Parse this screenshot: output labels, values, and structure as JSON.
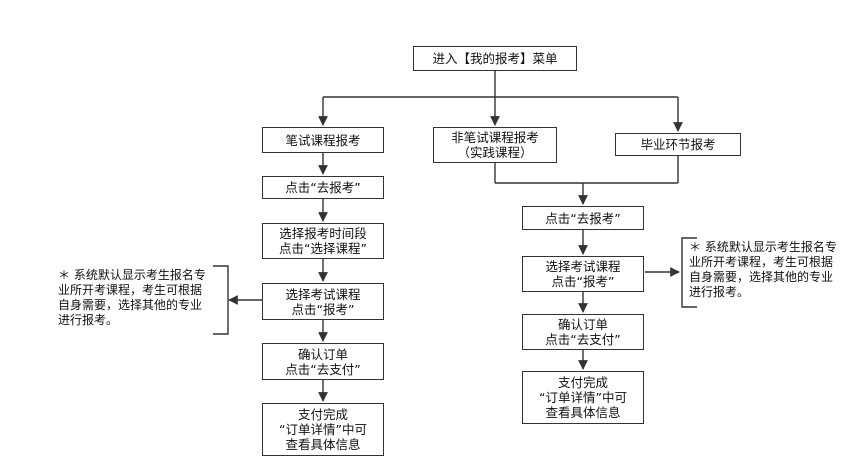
{
  "start": {
    "label": "进入【我的报考】菜单"
  },
  "branches": {
    "written": {
      "label": "笔试课程报考"
    },
    "nonwritten": {
      "line1": "非笔试课程报考",
      "line2": "（实践课程）"
    },
    "graduation": {
      "label": "毕业环节报考"
    }
  },
  "left_flow": {
    "go_register": "点击“去报考”",
    "select_period": {
      "line1": "选择报考时间段",
      "line2": "点击“选择课程”"
    },
    "select_course": {
      "line1": "选择考试课程",
      "line2": "点击“报考”"
    },
    "confirm_order": {
      "line1": "确认订单",
      "line2": "点击“去支付”"
    },
    "payment_done": {
      "line1": "支付完成",
      "line2": "“订单详情”中可",
      "line3": "查看具体信息"
    }
  },
  "right_flow": {
    "go_register": "点击“去报考”",
    "select_course": {
      "line1": "选择考试课程",
      "line2": "点击“报考”"
    },
    "confirm_order": {
      "line1": "确认订单",
      "line2": "点击“去支付”"
    },
    "payment_done": {
      "line1": "支付完成",
      "line2": "“订单详情”中可",
      "line3": "查看具体信息"
    }
  },
  "notes": {
    "left": [
      "＊ 系统默认显示考生报名专",
      "业所开考课程，考生可根据",
      "自身需要，选择其他的专业",
      "进行报考。"
    ],
    "right": [
      "＊ 系统默认显示考生报名专",
      "业所开考课程，考生可根据",
      "自身需要，选择其他的专业",
      "进行报考。"
    ]
  }
}
